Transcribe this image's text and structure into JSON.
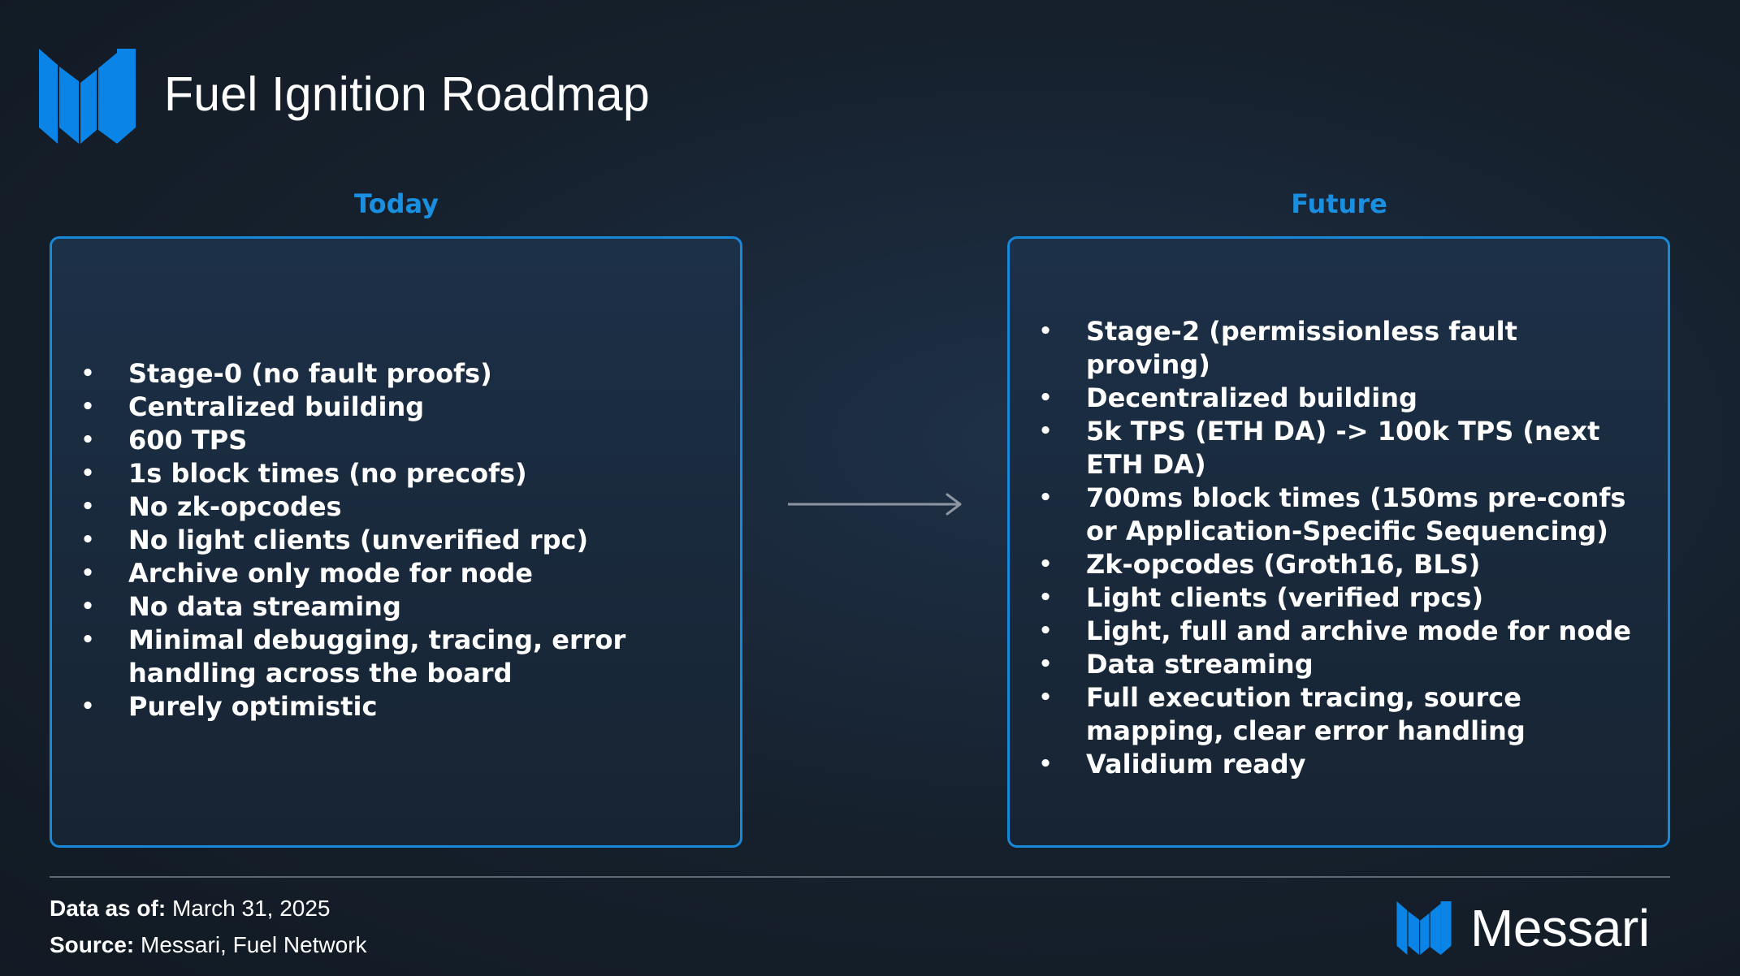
{
  "header": {
    "logo_icon": "messari-m-logo-icon",
    "title": "Fuel Ignition Roadmap"
  },
  "colors": {
    "accent": "#1a8fe0",
    "box_border": "#1888d8",
    "background": "#16202c",
    "text": "#ffffff"
  },
  "today": {
    "heading": "Today",
    "items": [
      "Stage-0 (no fault proofs)",
      "Centralized building",
      "600 TPS",
      "1s block times (no precofs)",
      "No zk-opcodes",
      "No light clients (unverified rpc)",
      "Archive only mode for node",
      "No data streaming",
      "Minimal debugging, tracing, error handling across the board",
      "Purely optimistic"
    ]
  },
  "arrow_icon": "right-arrow-icon",
  "future": {
    "heading": "Future",
    "items": [
      "Stage-2 (permissionless fault proving)",
      "Decentralized building",
      "5k TPS (ETH DA) -> 100k TPS (next ETH DA)",
      "700ms block times (150ms pre-confs or Application-Specific Sequencing)",
      "Zk-opcodes (Groth16, BLS)",
      "Light clients (verified rpcs)",
      "Light, full and archive mode for node",
      "Data streaming",
      "Full execution tracing, source mapping, clear error handling",
      "Validium ready"
    ]
  },
  "footer": {
    "date_label": "Data as of:",
    "date_value": "March 31, 2025",
    "source_label": "Source:",
    "source_value": "Messari, Fuel Network",
    "brand_icon": "messari-logo-icon",
    "brand_name": "Messari"
  }
}
